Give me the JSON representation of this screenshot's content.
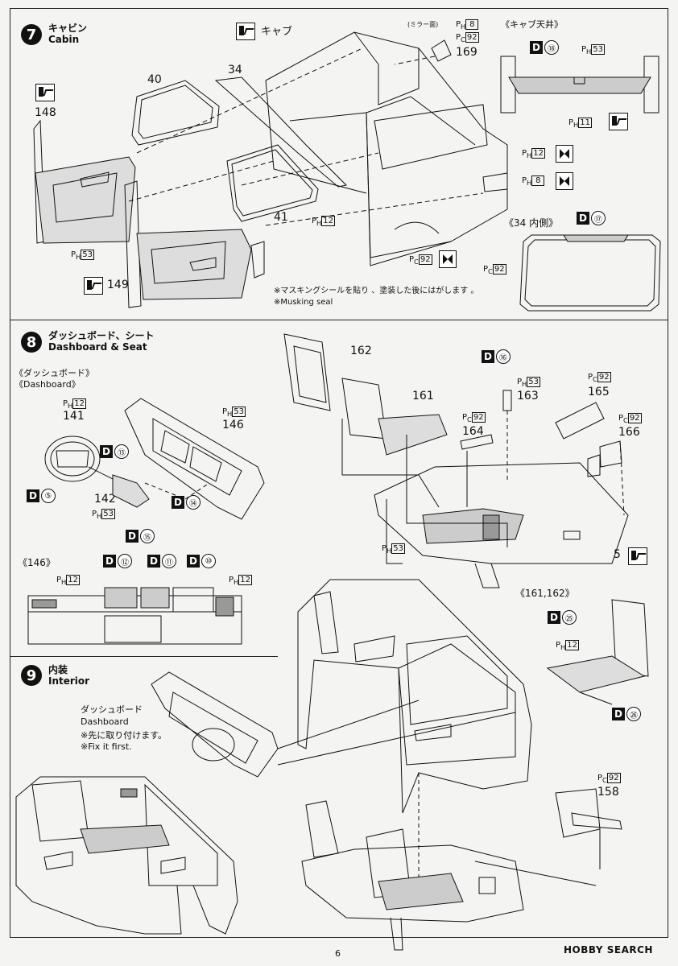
{
  "page_number": "6",
  "logo": "HOBBY SEARCH",
  "steps": [
    {
      "number": "7",
      "jp": "キャビン",
      "en": "Cabin"
    },
    {
      "number": "8",
      "jp": "ダッシュボード、シート",
      "en": "Dashboard & Seat"
    },
    {
      "number": "9",
      "jp": "内装",
      "en": "Interior"
    }
  ],
  "step7": {
    "cab_label": "キャブ",
    "mirror_label": "(ミラー面)",
    "part_148": "148",
    "part_40": "40",
    "part_34": "34",
    "part_169": "169",
    "part_41": "41",
    "part_149": "149",
    "cab_roof_title": "《キャブ天井》",
    "inside34_title": "《34 内側》",
    "decal_18": "⑱",
    "decal_17": "⑰",
    "paint_ph8": "8",
    "paint_pc92": "92",
    "paint_ph53": "53",
    "paint_ph11": "11",
    "paint_ph12": "12",
    "note_jp": "※マスキングシールを貼り 、塗装した後にはがします 。",
    "note_en": "※Musking seal"
  },
  "step8": {
    "dashboard_title_jp": "《ダッシュボード》",
    "dashboard_title_en": "《Dashboard》",
    "part_141": "141",
    "part_142": "142",
    "part_146": "146",
    "part_161": "161",
    "part_162": "162",
    "part_163": "163",
    "part_164": "164",
    "part_165": "165",
    "part_166": "166",
    "part_5": "5",
    "detail_146": "《146》",
    "detail_seats": "《161,162》",
    "decal_5": "⑤",
    "decal_13": "⑬",
    "decal_14": "⑭",
    "decal_15": "⑮",
    "decal_12": "⑫",
    "decal_11": "⑪",
    "decal_10": "⑩",
    "decal_16": "⑯",
    "decal_25": "㉕",
    "decal_26": "㉖"
  },
  "step9": {
    "dashboard_jp": "ダッシュボード",
    "dashboard_en": "Dashboard",
    "fix_jp": "※先に取り付けます。",
    "fix_en": "※Fix it first.",
    "part_158": "158"
  },
  "paint_codes": {
    "ph": "P",
    "ph_sub": "H",
    "pc": "P",
    "pc_sub": "C",
    "d": "D"
  }
}
